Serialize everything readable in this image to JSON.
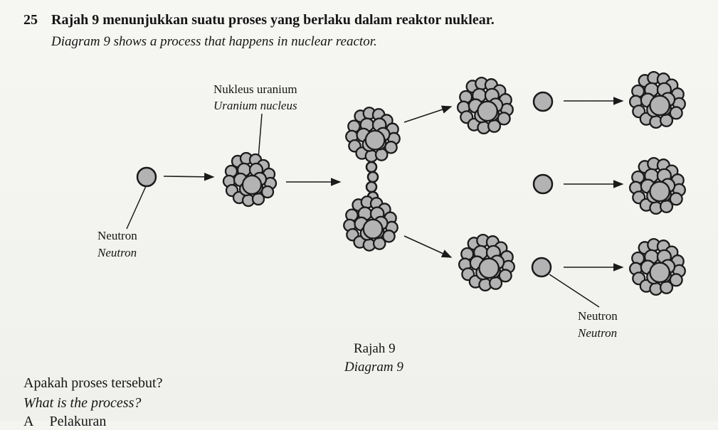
{
  "question": {
    "number": "25",
    "text_ms": "Rajah 9 menunjukkan suatu proses yang berlaku dalam reaktor nuklear.",
    "text_en": "Diagram 9 shows a process that happens in nuclear reactor."
  },
  "diagram": {
    "nucleus_label_ms": "Nukleus uranium",
    "nucleus_label_en": "Uranium nucleus",
    "neutron_label_ms": "Neutron",
    "neutron_label_en": "Neutron",
    "neutron_right_ms": "Neutron",
    "neutron_right_en": "Neutron",
    "caption_ms": "Rajah 9",
    "caption_en": "Diagram 9"
  },
  "prompt": {
    "ask_ms": "Apakah proses tersebut?",
    "ask_en": "What is the process?"
  },
  "options": {
    "a_letter": "A",
    "a_text": "Pelakuran"
  },
  "colors": {
    "nucleon_fill": "#b3b3b3",
    "outline": "#1a1a1a"
  }
}
